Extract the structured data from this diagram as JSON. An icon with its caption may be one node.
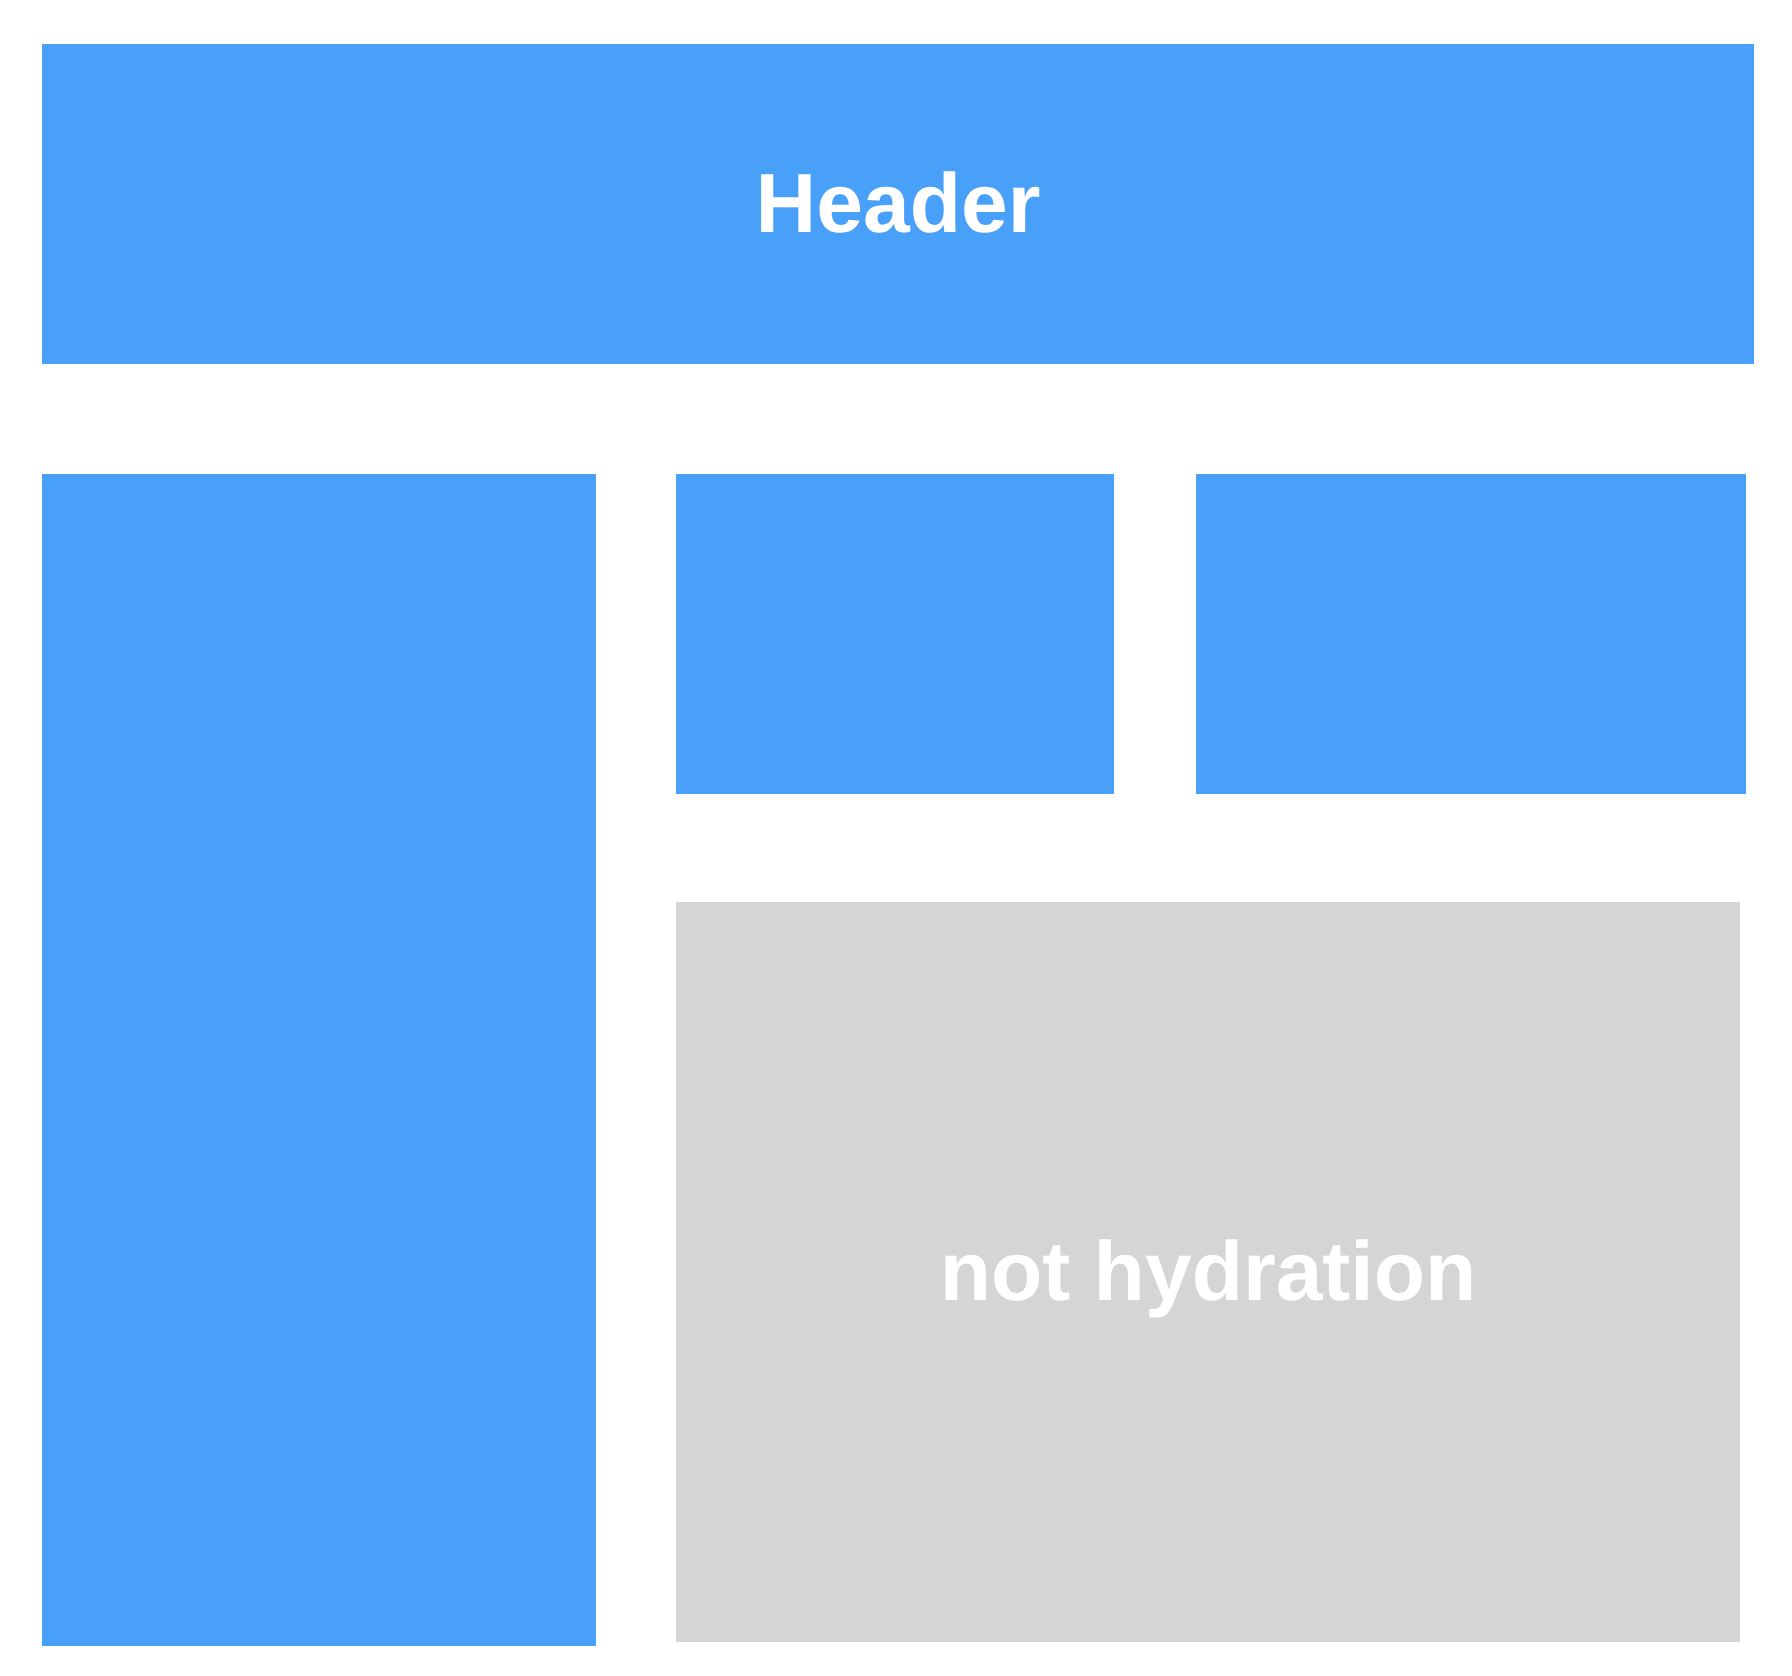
{
  "diagram": {
    "nodes": [
      {
        "text": [
          "Header"
        ]
      },
      {
        "text": [],
        "shape": "box"
      },
      {
        "text": [],
        "shape": "box"
      },
      {
        "text": [],
        "shape": "box"
      },
      {
        "text": [
          "not hydration"
        ]
      }
    ]
  }
}
